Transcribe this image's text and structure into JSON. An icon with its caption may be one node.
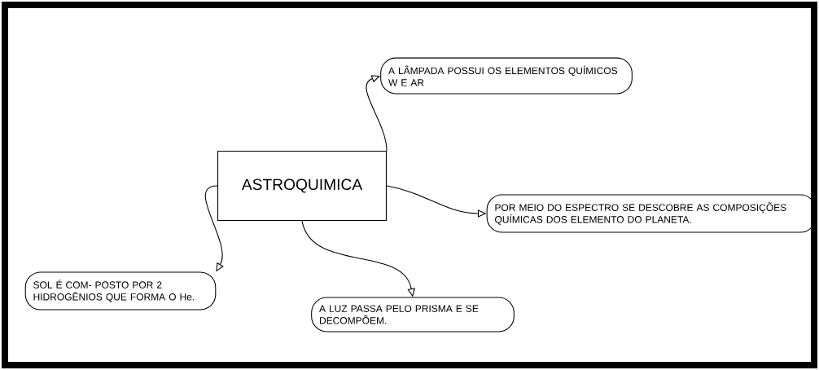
{
  "diagram": {
    "nodes": [
      {
        "text": [
          "ASTROQUIMICA"
        ]
      },
      {
        "text": [
          "A LÂMPADA POSSUI OS ELEMENTOS QUÍMICOS W E AR"
        ]
      },
      {
        "text": [
          "POR MEIO DO ESPECTRO SE DESCOBRE AS COMPOSIÇÕES QUÍMICAS DOS ELEMENTO DO PLANETA."
        ]
      },
      {
        "text": [
          "SOL É COM- POSTO POR 2 HIDROGÊNIOS QUE FORMA O He."
        ]
      },
      {
        "text": [
          "A LUZ PASSA PELO PRISMA E SE DECOMPÕEM."
        ]
      }
    ],
    "edges": [
      {
        "from": 0,
        "to": 1,
        "arrow": "to"
      },
      {
        "from": 0,
        "to": 2,
        "arrow": "to"
      },
      {
        "from": 0,
        "to": 3,
        "arrow": "to"
      },
      {
        "from": 0,
        "to": 4,
        "arrow": "to"
      }
    ]
  }
}
